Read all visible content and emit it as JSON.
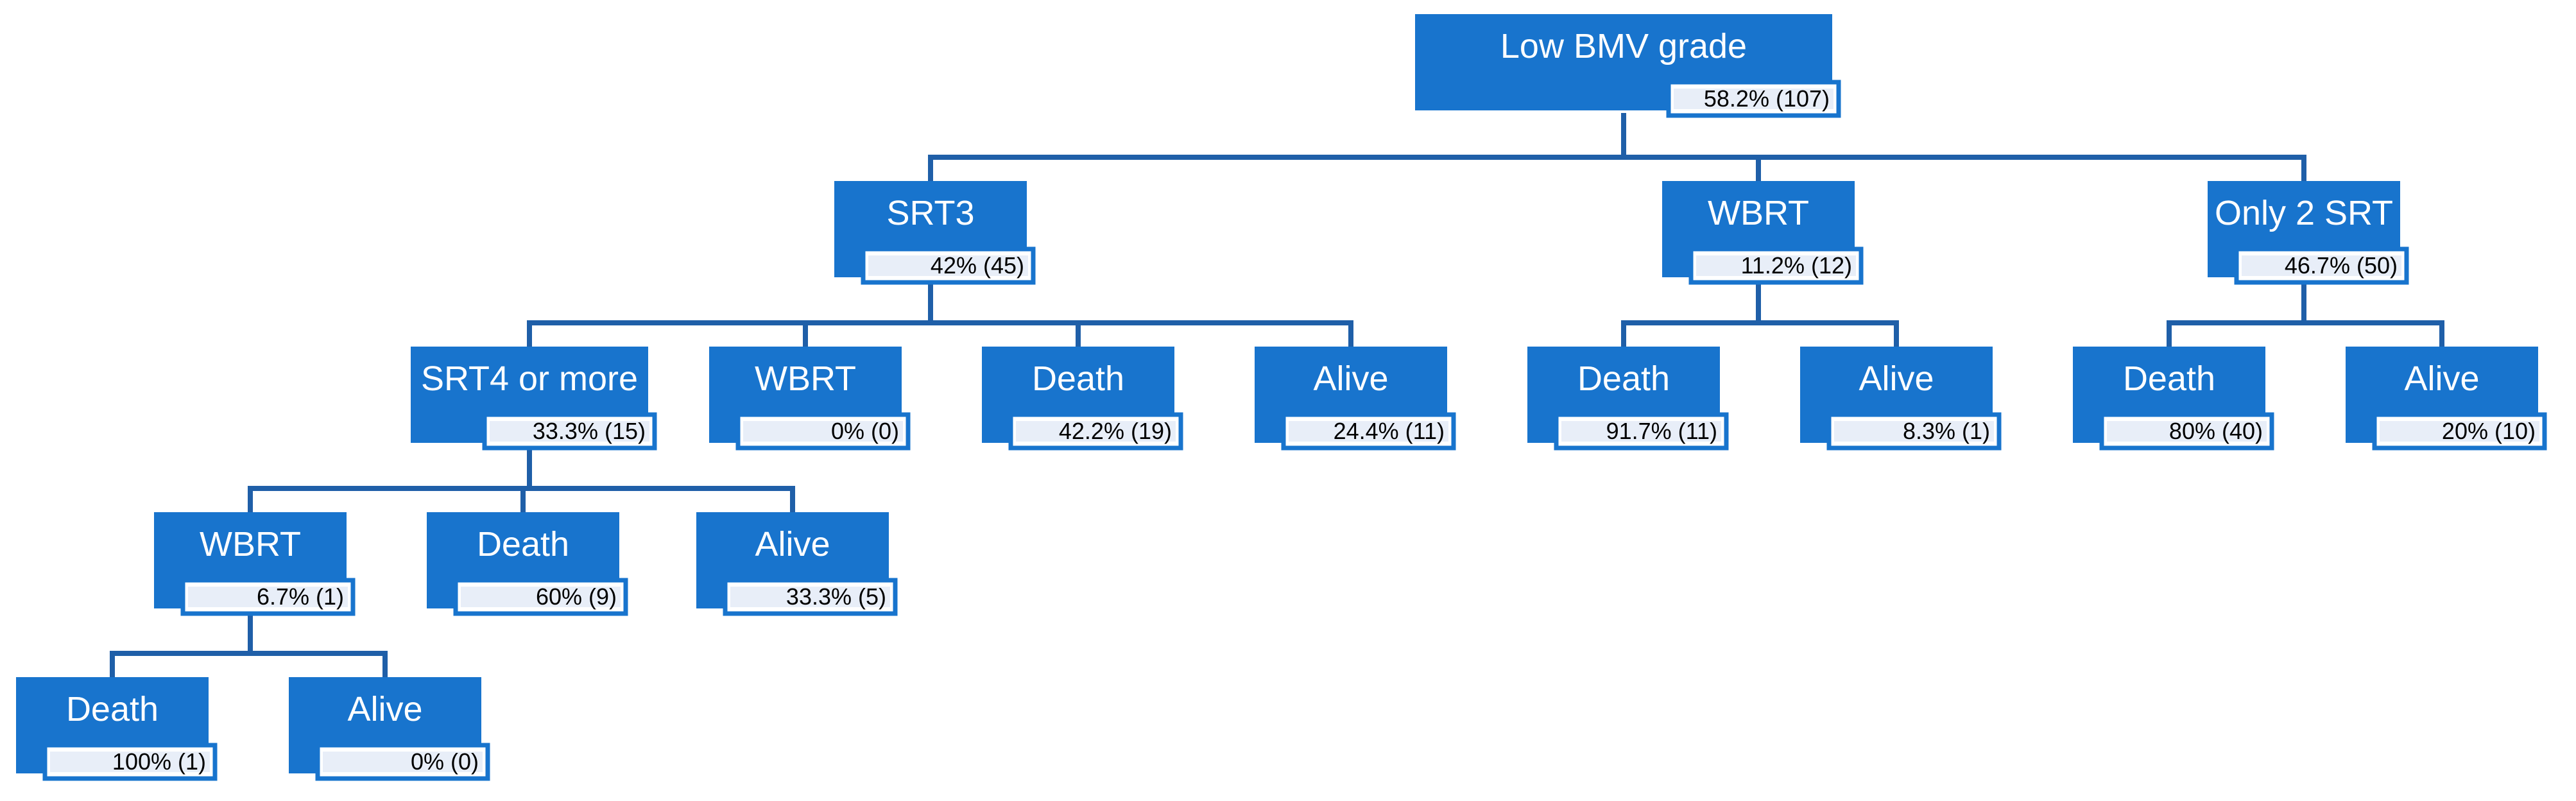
{
  "colors": {
    "node_fill": "#1874CD",
    "connector": "#1F5FA8",
    "badge_bg": "#E8EEF8",
    "badge_border": "#1874CD"
  },
  "root": {
    "label": "Low BMV grade",
    "value": "58.2% (107)",
    "children": [
      {
        "label": "SRT3",
        "value": "42% (45)",
        "children": [
          {
            "label": "SRT4 or more",
            "value": "33.3% (15)",
            "children": [
              {
                "label": "WBRT",
                "value": "6.7% (1)",
                "children": [
                  {
                    "label": "Death",
                    "value": "100% (1)"
                  },
                  {
                    "label": "Alive",
                    "value": "0% (0)"
                  }
                ]
              },
              {
                "label": "Death",
                "value": "60% (9)"
              },
              {
                "label": "Alive",
                "value": "33.3% (5)"
              }
            ]
          },
          {
            "label": "WBRT",
            "value": "0% (0)"
          },
          {
            "label": "Death",
            "value": "42.2% (19)"
          },
          {
            "label": "Alive",
            "value": "24.4% (11)"
          }
        ]
      },
      {
        "label": "WBRT",
        "value": "11.2% (12)",
        "children": [
          {
            "label": "Death",
            "value": "91.7% (11)"
          },
          {
            "label": "Alive",
            "value": "8.3% (1)"
          }
        ]
      },
      {
        "label": "Only 2 SRT",
        "value": "46.7% (50)",
        "children": [
          {
            "label": "Death",
            "value": "80% (40)"
          },
          {
            "label": "Alive",
            "value": "20% (10)"
          }
        ]
      }
    ]
  }
}
